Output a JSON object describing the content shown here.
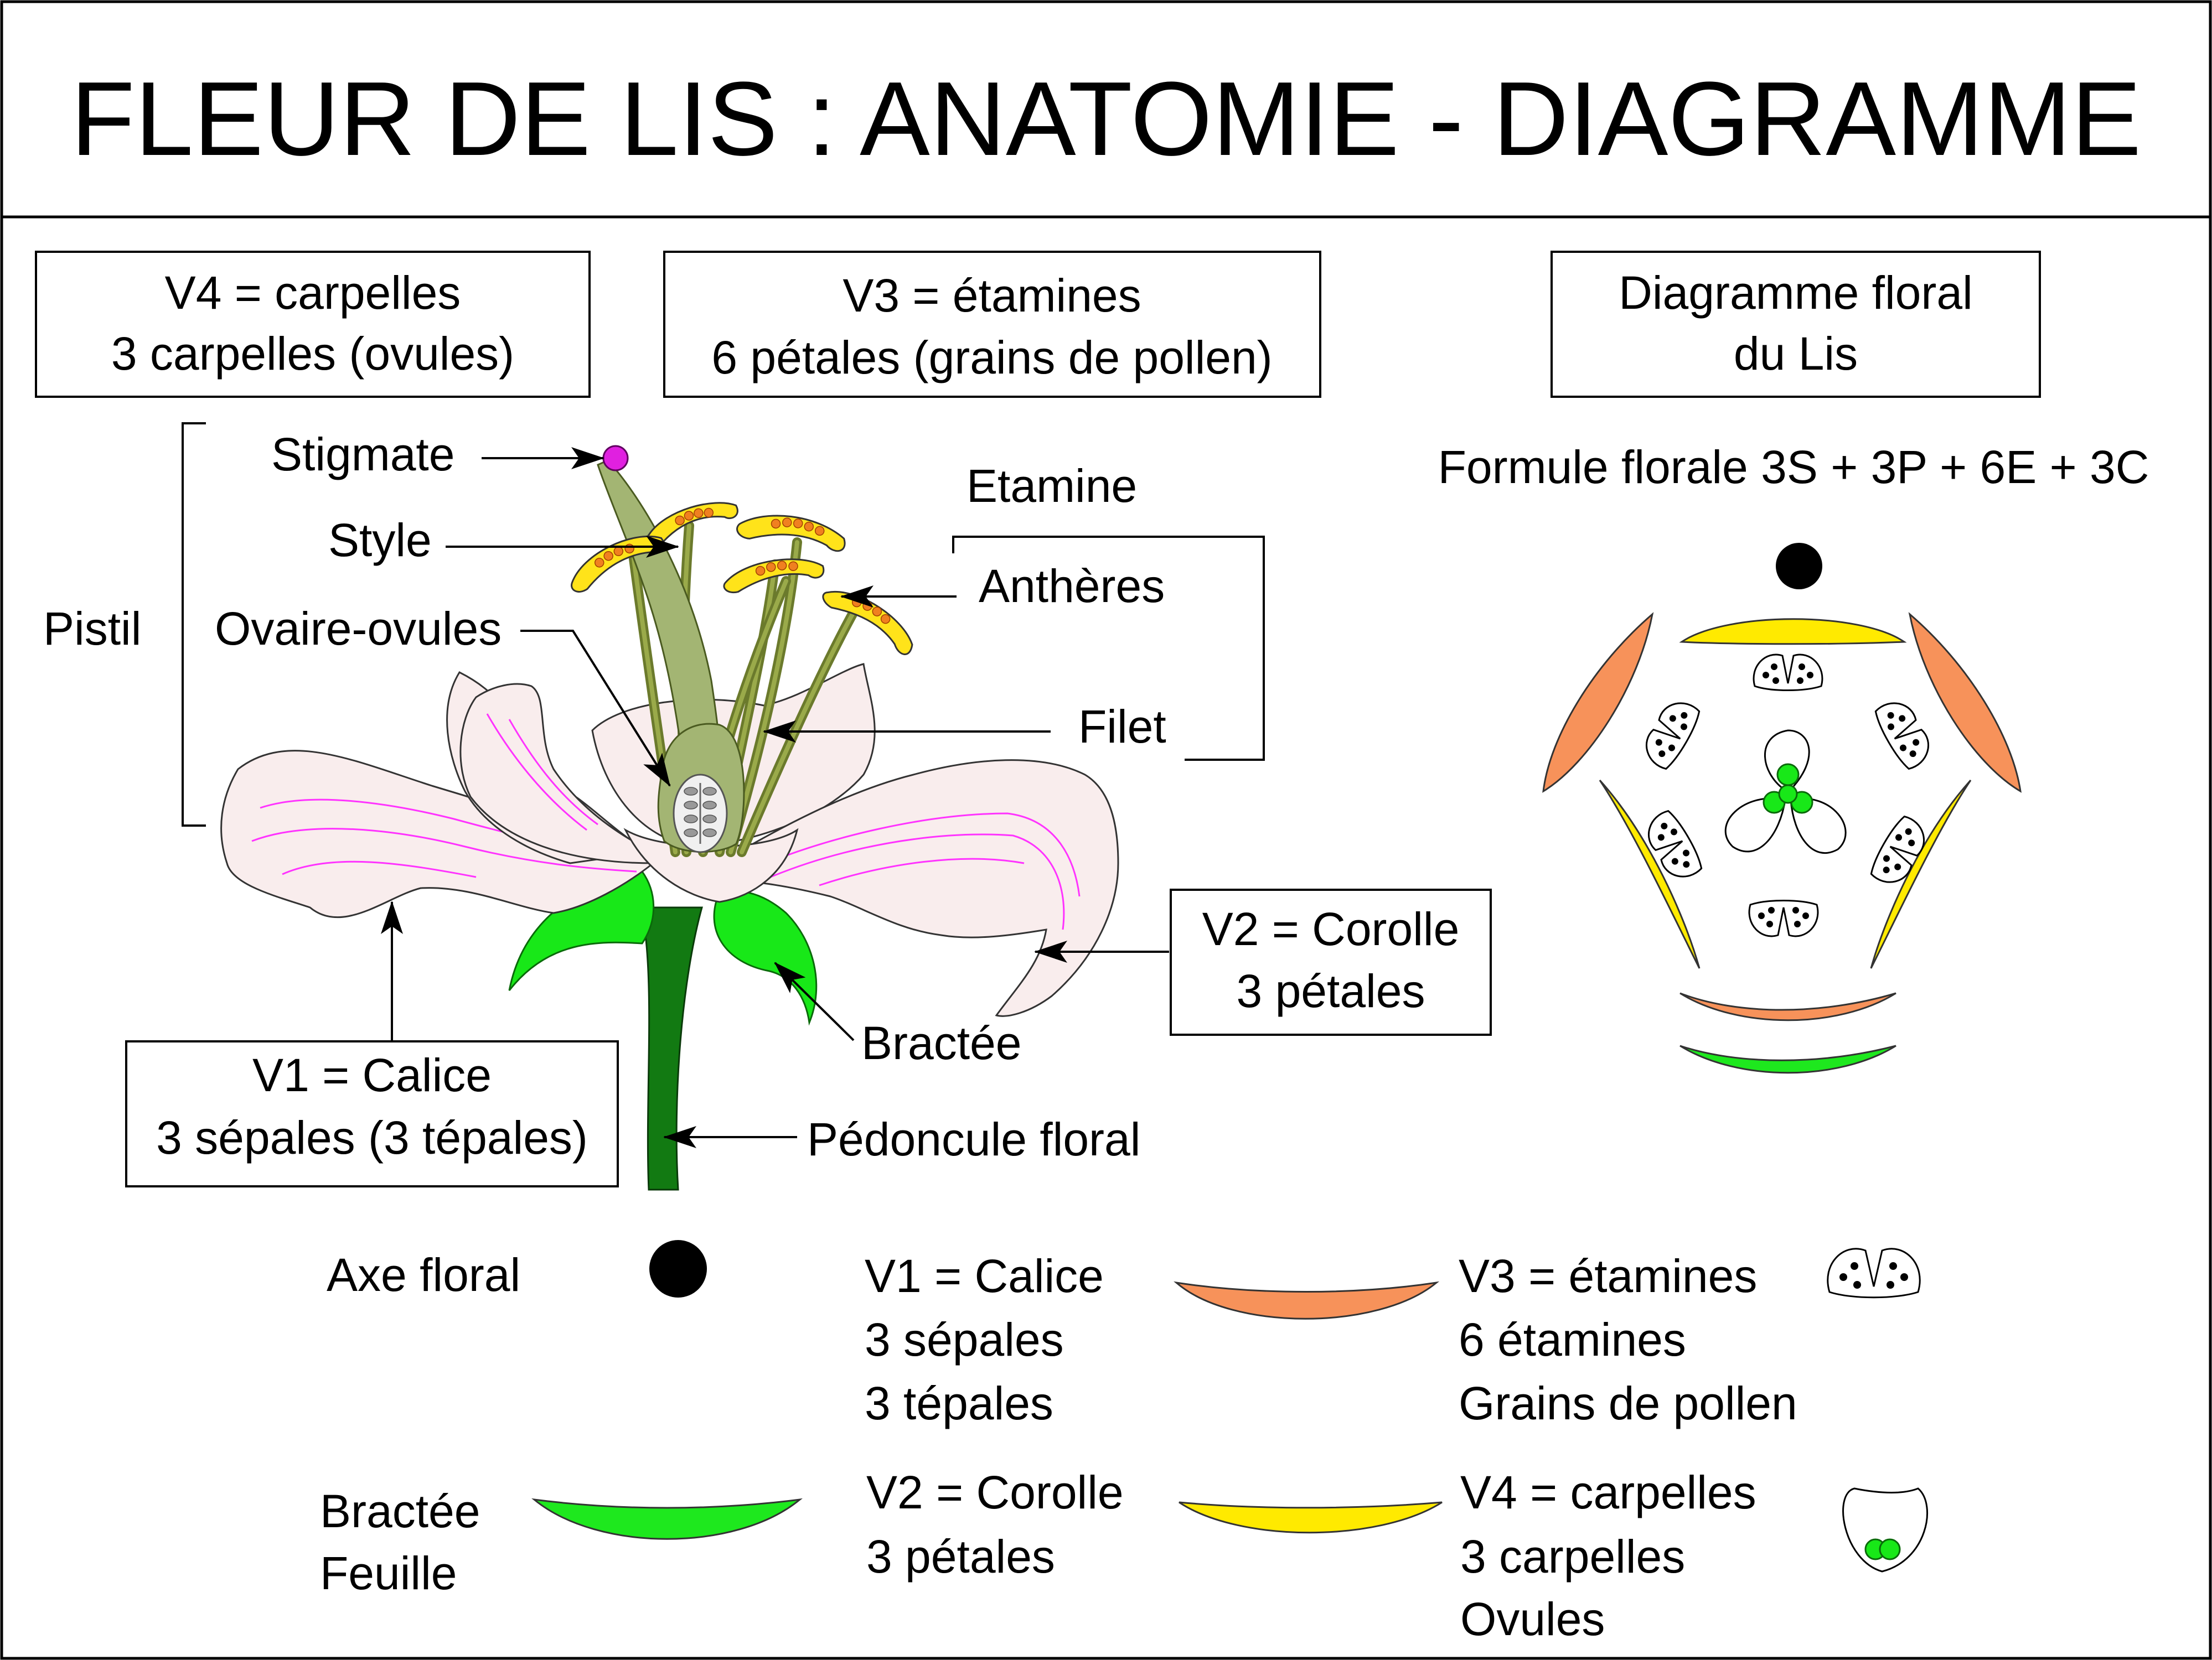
{
  "title": "FLEUR DE LIS : ANATOMIE - DIAGRAMME",
  "boxes": {
    "v4": {
      "line1": "V4 = carpelles",
      "line2": "3 carpelles (ovules)"
    },
    "v3": {
      "line1": "V3 = étamines",
      "line2": "6 pétales (grains de pollen)"
    },
    "diagram": {
      "line1": "Diagramme floral",
      "line2": "du Lis"
    },
    "v2": {
      "line1": "V2 = Corolle",
      "line2": "3 pétales"
    },
    "v1": {
      "line1": "V1 = Calice",
      "line2": "3 sépales (3 tépales)"
    }
  },
  "labels": {
    "stigmate": "Stigmate",
    "style": "Style",
    "ovaire": "Ovaire-ovules",
    "pistil": "Pistil",
    "etamine": "Etamine",
    "antheres": "Anthères",
    "filet": "Filet",
    "bractee": "Bractée",
    "pedoncule": "Pédoncule floral"
  },
  "formula": "Formule florale 3S + 3P + 6E + 3C",
  "legend": {
    "axe": "Axe floral",
    "v1": [
      "V1 = Calice",
      "3 sépales",
      "3 tépales"
    ],
    "v3": [
      "V3 = étamines",
      "6 étamines",
      "Grains de pollen"
    ],
    "bractee": [
      "Bractée",
      "Feuille"
    ],
    "v2": [
      "V2 = Corolle",
      "3 pétales"
    ],
    "v4": [
      "V4 = carpelles",
      "3 carpelles",
      "Ovules"
    ]
  },
  "colors": {
    "sepal_orange": "#f7925a",
    "petal_yellow": "#ffea00",
    "bract_green": "#1ee81e",
    "vein_magenta": "#ff33ff",
    "stigma_magenta": "#e020e0",
    "stem_green": "#127a12",
    "petal_pink": "#f9eded"
  }
}
